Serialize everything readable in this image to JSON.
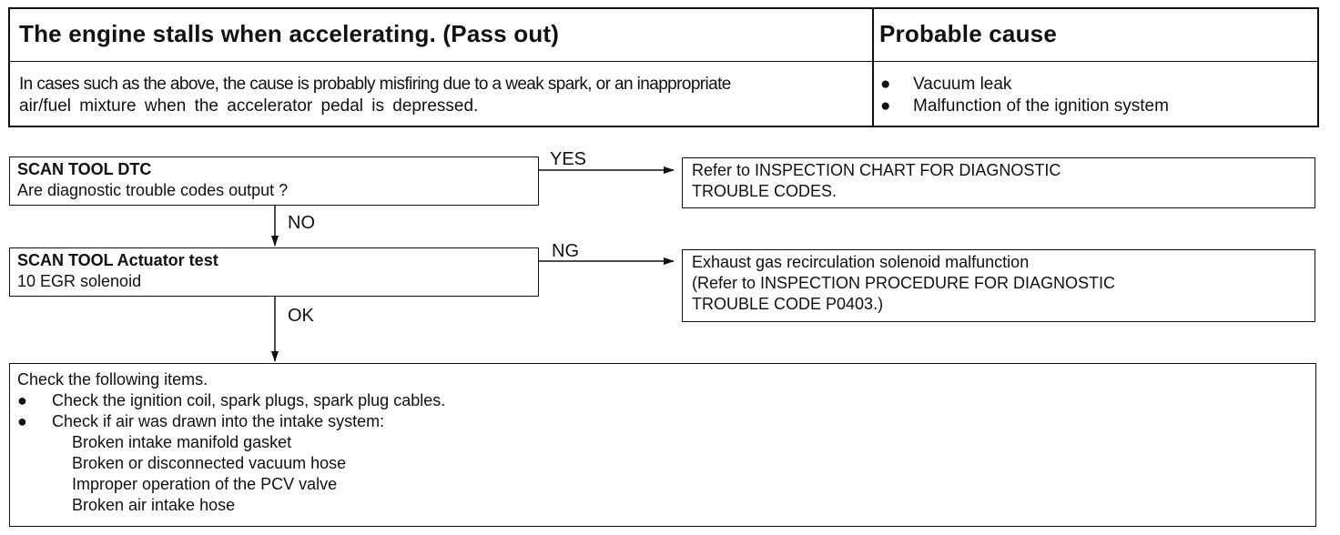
{
  "header": {
    "title": "The engine stalls when accelerating. (Pass out)",
    "cause_title": "Probable cause",
    "description_line1": "In cases such as the above, the cause is probably misfiring due to a weak spark, or an inappropriate",
    "description_line2": "air/fuel mixture when the accelerator pedal is depressed.",
    "causes": [
      "Vacuum leak",
      "Malfunction of the ignition system"
    ]
  },
  "flow": {
    "step1": {
      "title": "SCAN TOOL DTC",
      "text": "Are diagnostic trouble codes output ?",
      "yes_label": "YES",
      "no_label": "NO",
      "yes_result_line1": "Refer to INSPECTION  CHART  FOR  DIAGNOSTIC",
      "yes_result_line2": "TROUBLE CODES."
    },
    "step2": {
      "title": "SCAN TOOL Actuator test",
      "text": "10 EGR solenoid",
      "ng_label": "NG",
      "ok_label": "OK",
      "ng_result_line1": "Exhaust gas recirculation solenoid malfunction",
      "ng_result_line2": "(Refer to INSPECTION PROCEDURE FOR DIAGNOSTIC",
      "ng_result_line3": "TROUBLE CODE P0403.)"
    },
    "final": {
      "intro": "Check the following items.",
      "item1": "Check the ignition coil, spark plugs, spark plug cables.",
      "item2": "Check if air was drawn into the intake system:",
      "sub_items": [
        "Broken intake manifold gasket",
        "Broken or disconnected vacuum hose",
        "Improper operation of the PCV valve",
        "Broken air intake hose"
      ]
    }
  }
}
